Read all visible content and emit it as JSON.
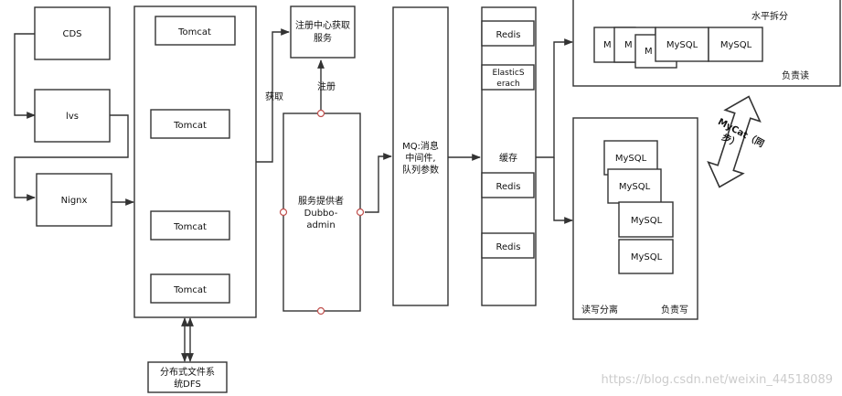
{
  "nodes": {
    "cds": "CDS",
    "lvs": "lvs",
    "nignx": "Nignx",
    "tomcat": "Tomcat",
    "dfs": [
      "分布式文件系",
      "统DFS"
    ],
    "registry": [
      "注册中心获取",
      "服务"
    ],
    "provider": [
      "服务提供者",
      "Dubbo-",
      "admin"
    ],
    "mq": [
      "MQ:消息",
      "中间件,",
      "队列参数"
    ],
    "redis": "Redis",
    "es": [
      "ElasticS",
      "erach"
    ],
    "cache": "缓存",
    "mysql": "MySQL",
    "mysql_partial": [
      "M",
      "M",
      "M"
    ]
  },
  "edge_labels": {
    "fetch": "获取",
    "register": "注册",
    "sync": [
      "MyCat（同",
      "步）"
    ]
  },
  "groups": {
    "horizontal_split": "水平拆分",
    "responsible_read": "负责读",
    "read_write_split": "读写分离",
    "responsible_write": "负责写"
  },
  "watermark": "https://blog.csdn.net/weixin_44518089"
}
